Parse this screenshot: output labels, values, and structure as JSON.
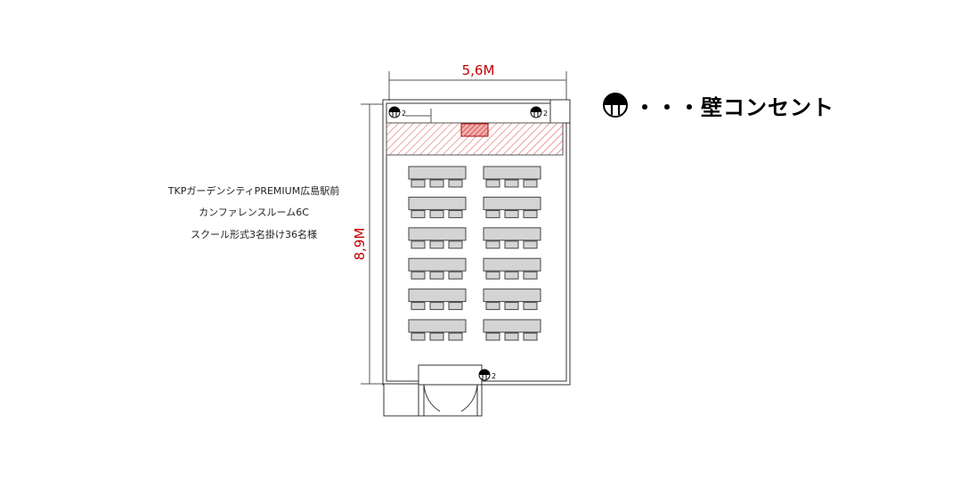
{
  "dimensions": {
    "width": "5,6M",
    "height": "8,9M"
  },
  "room_info": {
    "line1": "TKPガーデンシティPREMIUM広島駅前",
    "line2": "カンファレンスルーム6C",
    "line3": "スクール形式3名掛け36名様"
  },
  "legend": {
    "text": "・・・壁コンセント",
    "icon": "wall-outlet-icon"
  },
  "outlet_label": "2",
  "layout": {
    "rows": 6,
    "columns": 2,
    "seats_per_table": 3,
    "total_seats": 36
  },
  "colors": {
    "dimension": "#c00000",
    "stage_hatch": "#cc3333",
    "table_fill": "#d4d4d4",
    "wall": "#333333"
  }
}
